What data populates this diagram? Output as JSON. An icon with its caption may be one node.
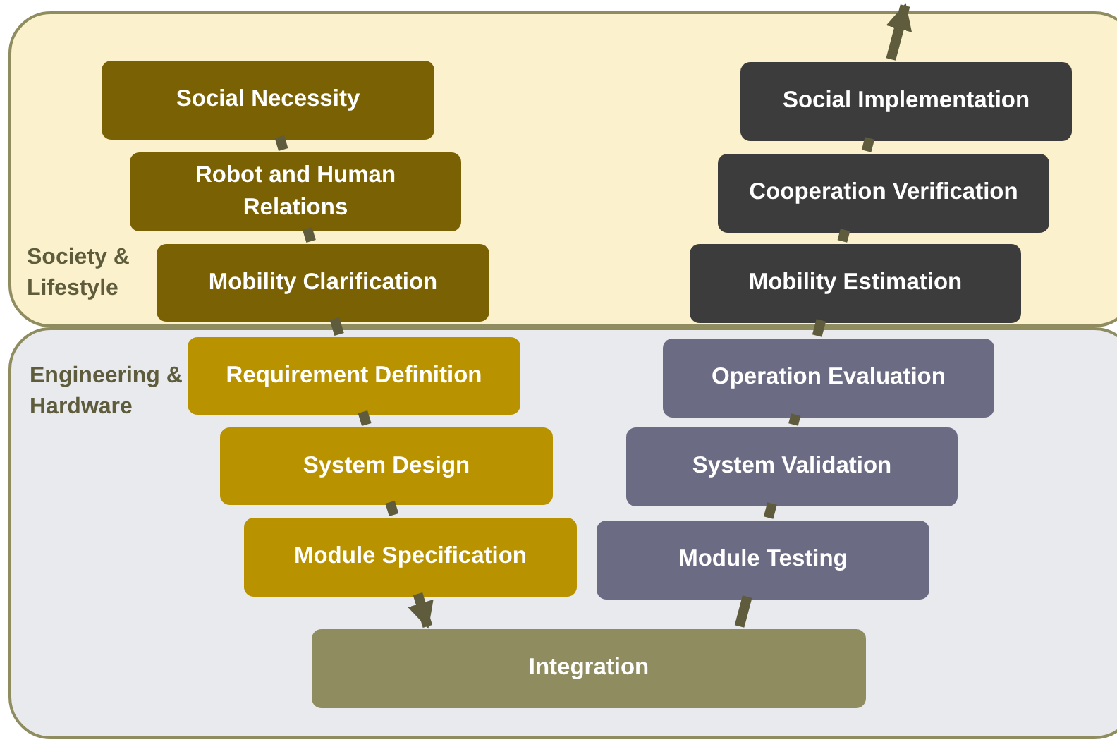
{
  "diagram": {
    "nodes": [
      {
        "text": [
          "Society & Lifestyle"
        ]
      },
      {
        "text": [
          "Social Necessity"
        ],
        "in": 0
      },
      {
        "text": [
          "Social Implementation"
        ],
        "in": 0
      },
      {
        "text": [
          "Robot and Human Relations"
        ],
        "in": 0
      },
      {
        "text": [
          "Cooperation Verification"
        ],
        "in": 0
      },
      {
        "text": [
          "Mobility Clarification"
        ],
        "in": 0
      },
      {
        "text": [
          "Mobility Estimation"
        ],
        "in": 0
      },
      {
        "text": [
          "Engineering & Hardware"
        ]
      },
      {
        "text": [
          "Requirement Definition"
        ],
        "in": 7
      },
      {
        "text": [
          "Operation Evaluation"
        ],
        "in": 7
      },
      {
        "text": [
          "System Design"
        ],
        "in": 7
      },
      {
        "text": [
          "System Validation"
        ],
        "in": 7
      },
      {
        "text": [
          "Module Specification"
        ],
        "in": 7
      },
      {
        "text": [
          "Module Testing"
        ],
        "in": 7
      },
      {
        "text": [
          "Integration"
        ],
        "in": 7
      }
    ],
    "edges": [
      {
        "from": 1,
        "to": 3,
        "arrow": "none"
      },
      {
        "from": 3,
        "to": 5,
        "arrow": "none"
      },
      {
        "from": 5,
        "to": 8,
        "arrow": "none"
      },
      {
        "from": 8,
        "to": 10,
        "arrow": "none"
      },
      {
        "from": 10,
        "to": 12,
        "arrow": "none"
      },
      {
        "from": 12,
        "to": 14,
        "arrow": "to"
      },
      {
        "from": 14,
        "to": 13,
        "arrow": "none"
      },
      {
        "from": 13,
        "to": 11,
        "arrow": "none"
      },
      {
        "from": 11,
        "to": 9,
        "arrow": "none"
      },
      {
        "from": 9,
        "to": 6,
        "arrow": "none"
      },
      {
        "from": 6,
        "to": 4,
        "arrow": "none"
      },
      {
        "from": 4,
        "to": 2,
        "arrow": "none"
      },
      {
        "from": 2,
        "to": null,
        "arrow": "to"
      }
    ]
  }
}
